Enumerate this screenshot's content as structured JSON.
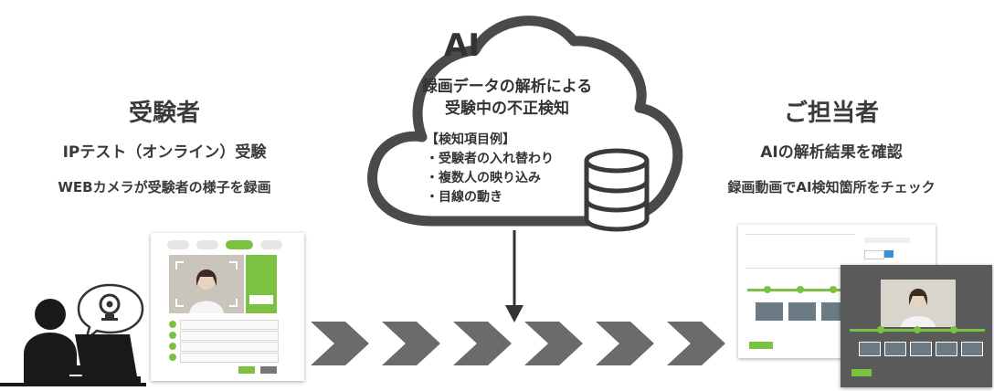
{
  "left": {
    "heading": "受験者",
    "line1": "IPテスト（オンライン）受験",
    "line2": "WEBカメラが受験者の様子を録画"
  },
  "cloud": {
    "title": "AI",
    "line1": "録画データの解析による",
    "line2": "受験中の不正検知",
    "examples_title": "【検知項目例】",
    "examples": [
      "・受験者の入れ替わり",
      "・複数人の映り込み",
      "・目線の動き"
    ]
  },
  "right": {
    "heading": "ご担当者",
    "line1": "AIの解析結果を確認",
    "line2": "録画動画でAI検知箇所をチェック"
  },
  "chevrons": 6,
  "colors": {
    "accent": "#7cc242",
    "chevron": "#6b6b6b",
    "cloud_stroke": "#4a4a4a",
    "dark": "#1a1a1a"
  },
  "icons": [
    "person-at-laptop-icon",
    "webcam-icon",
    "cloud-icon",
    "database-icon",
    "down-arrow-icon",
    "chevron-right-icon"
  ]
}
